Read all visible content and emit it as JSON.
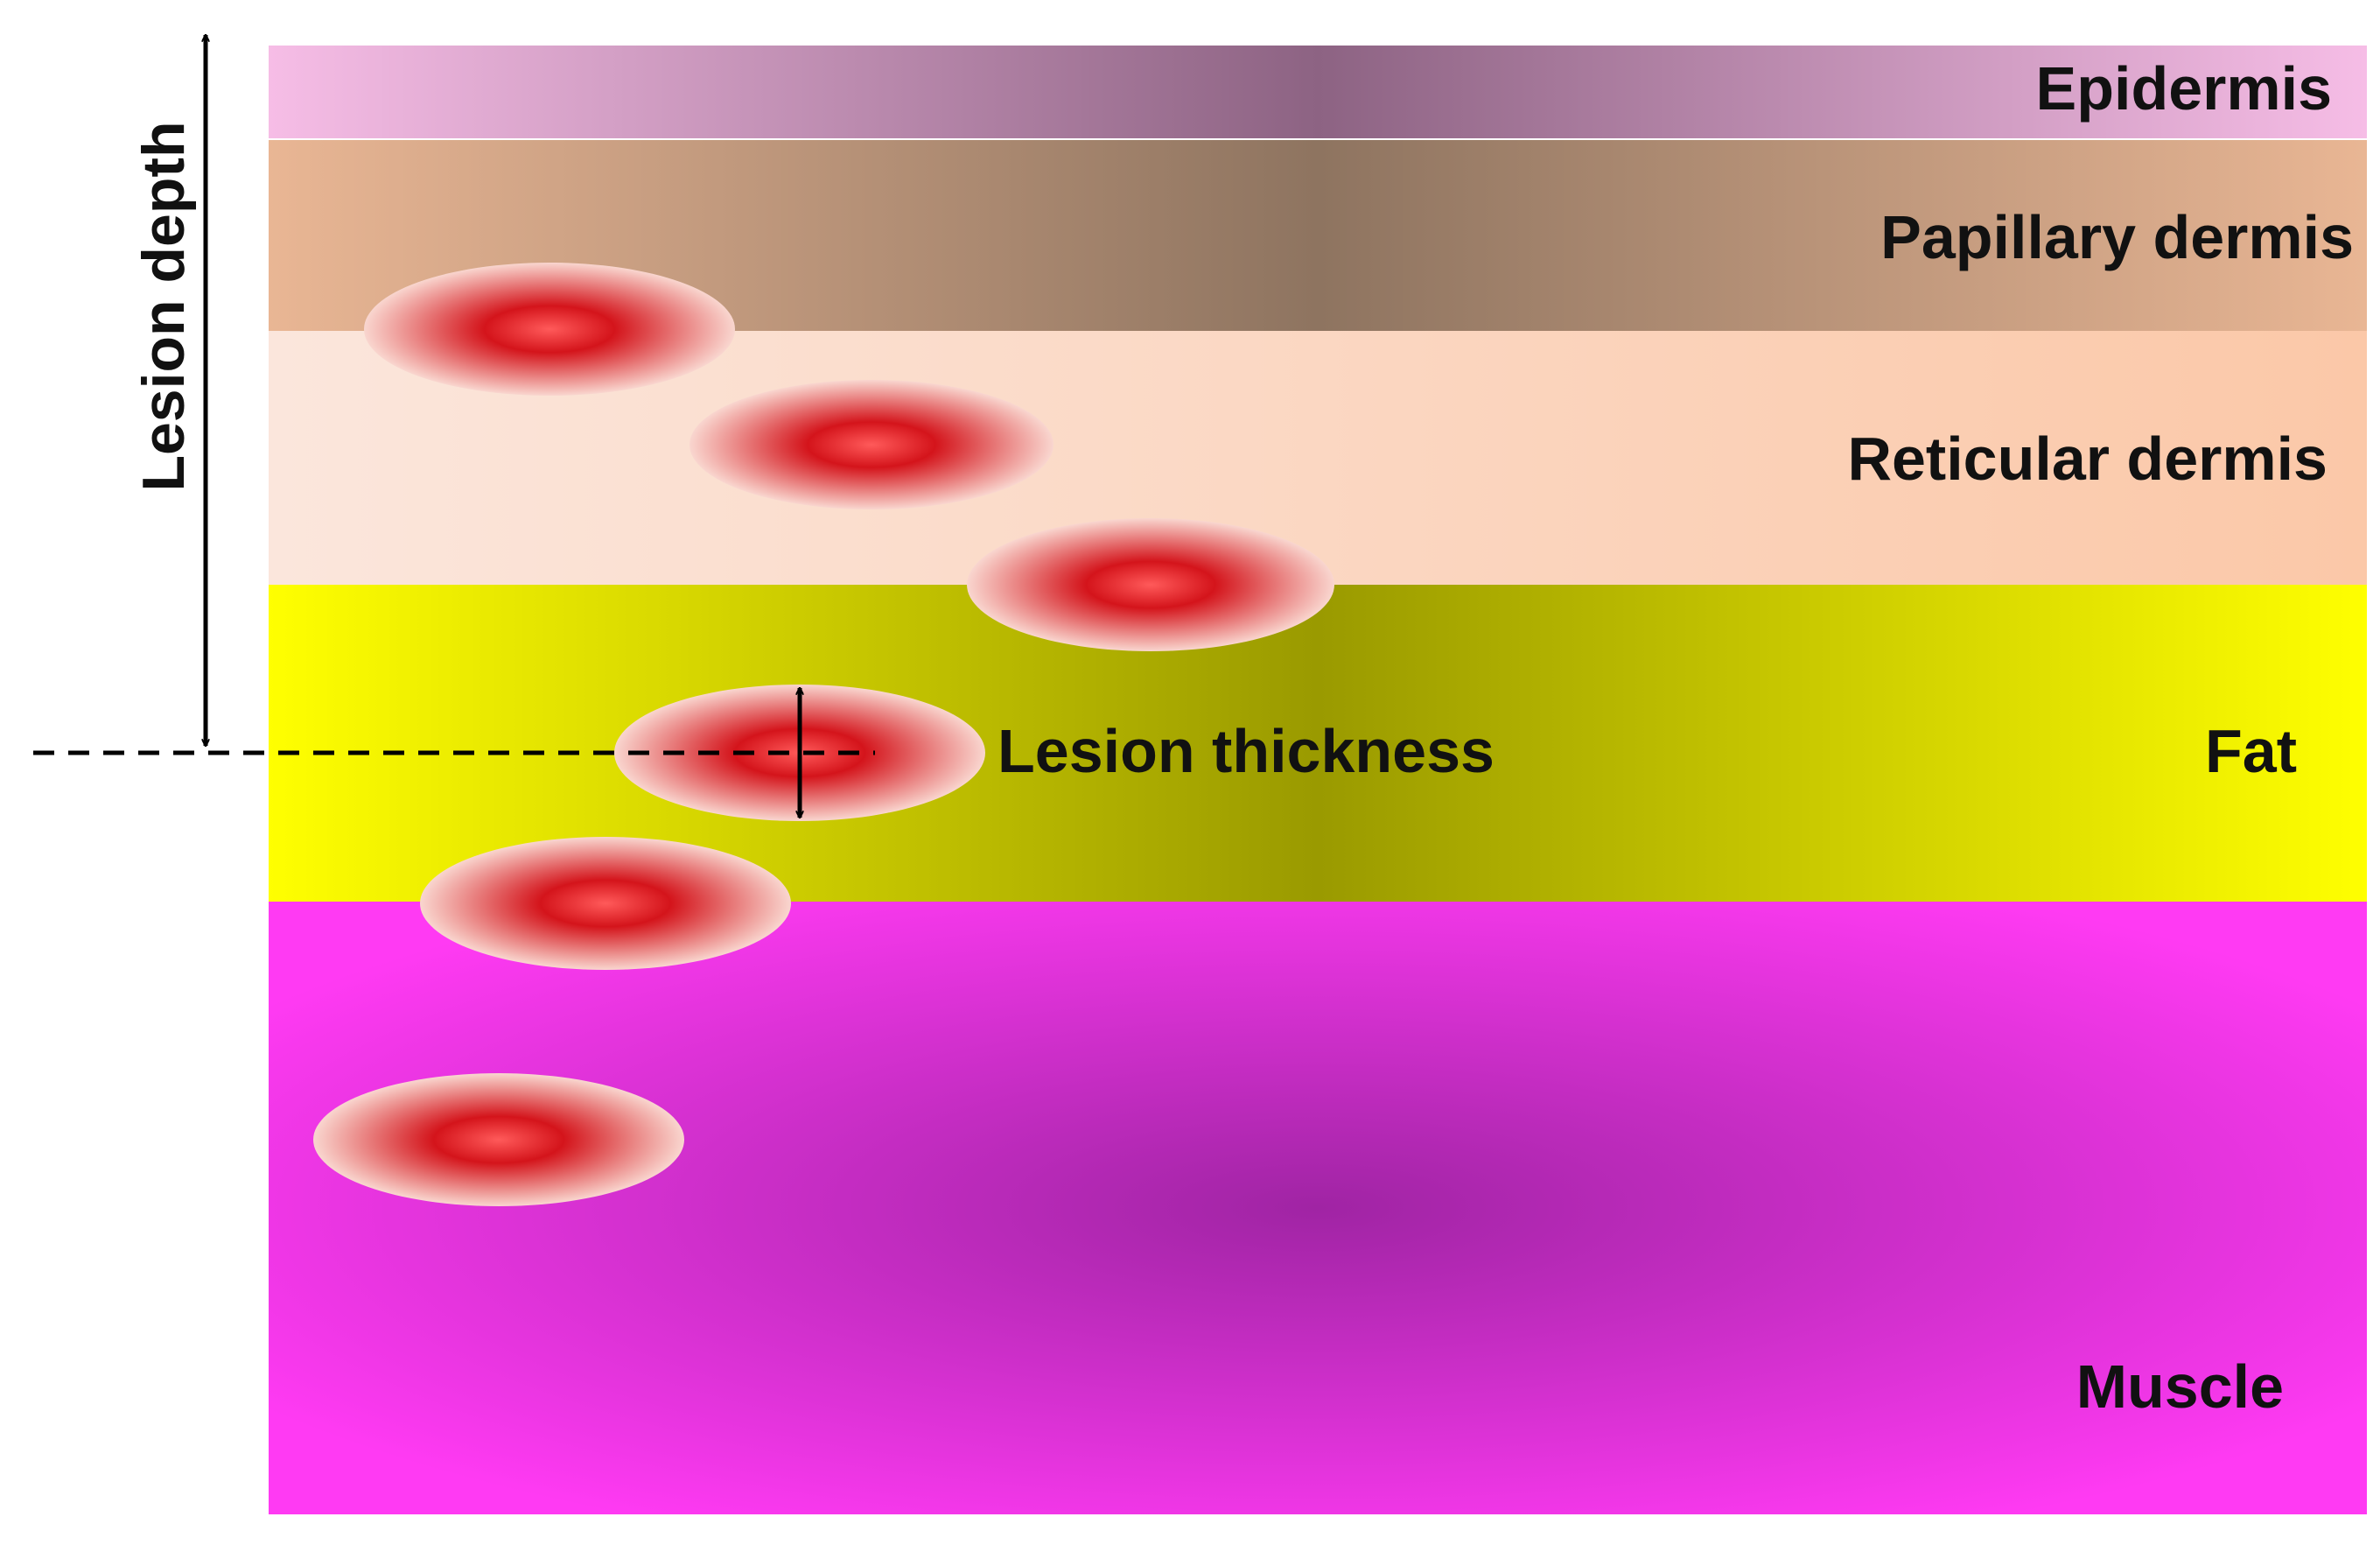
{
  "layers": [
    {
      "id": "epidermis",
      "label": "Epidermis",
      "colors": [
        "#f6bde6",
        "#8d6383"
      ]
    },
    {
      "id": "papillary-dermis",
      "label": "Papillary dermis",
      "colors": [
        "#e9b694",
        "#8e7460"
      ]
    },
    {
      "id": "reticular-dermis",
      "label": "Reticular dermis",
      "colors": [
        "#fbe6dc",
        "#fbc8a8"
      ]
    },
    {
      "id": "fat",
      "label": "Fat",
      "colors": [
        "#ffff00",
        "#9a9a00"
      ]
    },
    {
      "id": "muscle",
      "label": "Muscle",
      "colors": [
        "#ff3af3",
        "#a024a4"
      ]
    }
  ],
  "annotations": {
    "lesion_depth": "Lesion depth",
    "lesion_thickness": "Lesion thickness"
  },
  "lesion_colors": {
    "core": "#ff5a5a",
    "mid": "#d4141b",
    "edge": "#f9d6cf"
  }
}
